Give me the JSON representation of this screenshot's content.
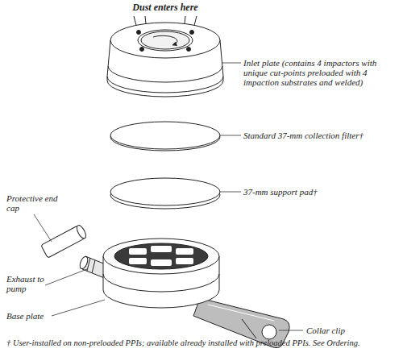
{
  "diagram": {
    "labels": [
      "Dust enters here",
      "Inlet plate (contains 4 impactors with unique cut-points preloaded with 4 impaction substrates and welded)",
      "Standard 37-mm collection filter†",
      "37-mm support pad†",
      "Protective end cap",
      "Exhaust to pump",
      "Base plate",
      "Collar clip",
      "† User-installed on non-preloaded PPIs; available already installed with preloaded PPIs. See Ordering."
    ]
  }
}
